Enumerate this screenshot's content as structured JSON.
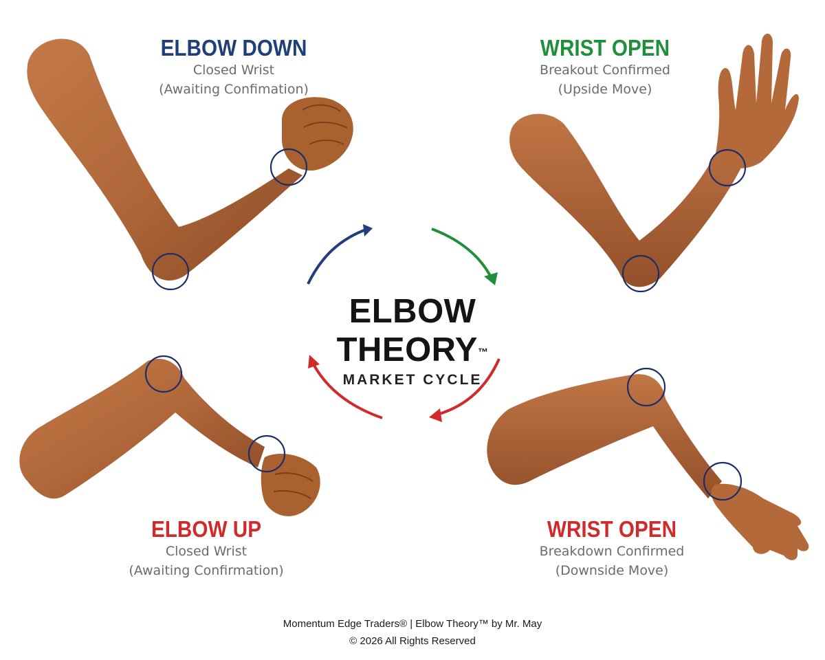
{
  "colors": {
    "blue": "#1f3f7a",
    "green": "#1f8f3a",
    "red": "#d12a2a",
    "skin": "#b0673a",
    "skin_dark": "#8c4a25",
    "ring": "#1c2e66"
  },
  "quadrants": {
    "top_left": {
      "title": "ELBOW DOWN",
      "line1": "Closed Wrist",
      "line2": "(Awaiting Confimation)"
    },
    "top_right": {
      "title": "WRIST OPEN",
      "line1": "Breakout Confirmed",
      "line2": "(Upside Move)"
    },
    "bottom_left": {
      "title": "ELBOW UP",
      "line1": "Closed Wrist",
      "line2": "(Awaiting Confirmation)"
    },
    "bottom_right": {
      "title": "WRIST OPEN",
      "line1": "Breakdown Confirmed",
      "line2": "(Downside Move)"
    }
  },
  "center": {
    "title": "ELBOW THEORY",
    "title_mark": "™",
    "subtitle": "MARKET CYCLE"
  },
  "footer": {
    "line1": "Momentum Edge Traders® | Elbow Theory™ by Mr. May",
    "line2": "© 2026 All Rights Reserved"
  },
  "icons": [
    "arrow-blue-icon",
    "arrow-green-icon",
    "arrow-red-icon",
    "arm-icon",
    "fist-icon",
    "open-hand-icon"
  ]
}
